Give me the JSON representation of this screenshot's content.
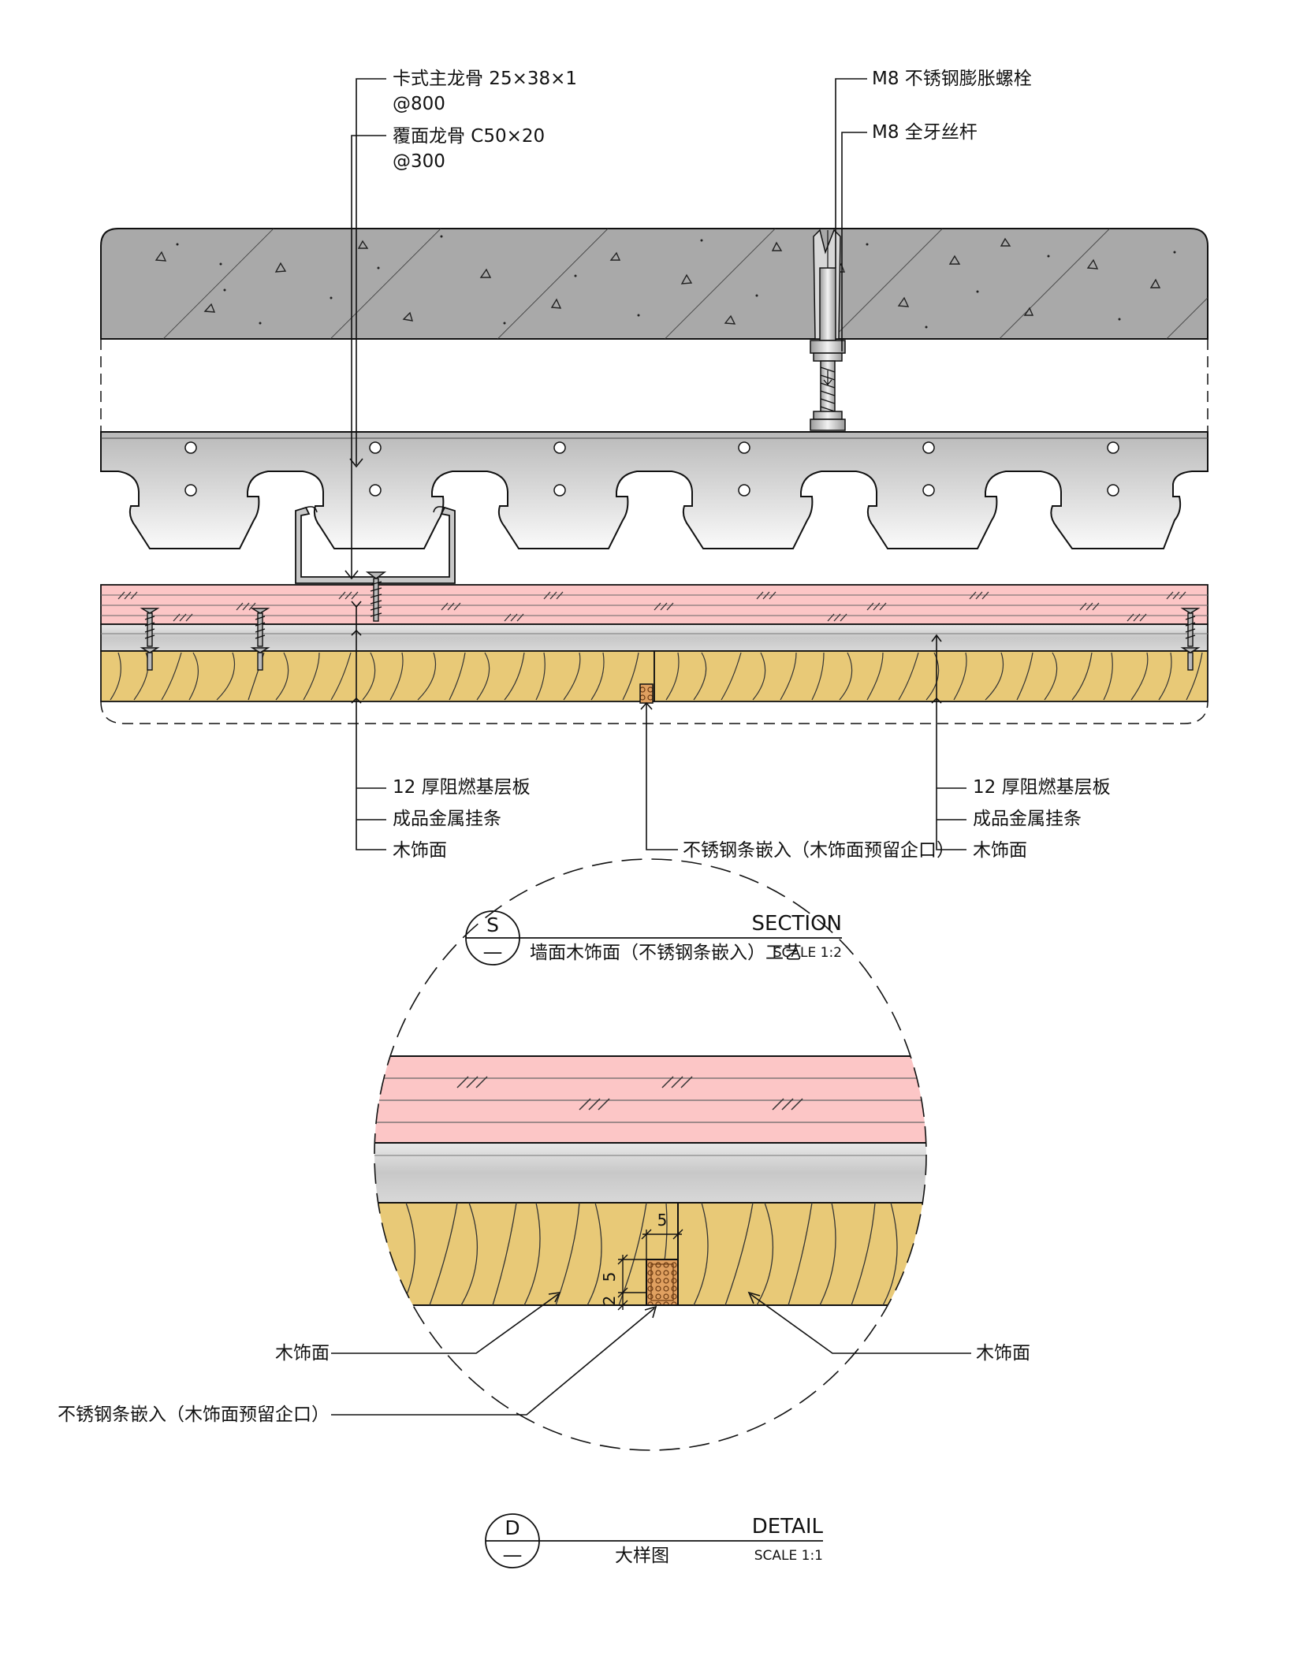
{
  "section": {
    "labels": {
      "main_keel": "卡式主龙骨 25×38×1",
      "main_keel_spacing": "@800",
      "cover_keel": "覆面龙骨 C50×20",
      "cover_keel_spacing": "@300",
      "expansion_bolt": "M8 不锈钢膨胀螺栓",
      "threaded_rod": "M8 全牙丝杆",
      "left_base_board": "12 厚阻燃基层板",
      "left_metal_strip": "成品金属挂条",
      "left_wood_face": "木饰面",
      "steel_inlay": "不锈钢条嵌入（木饰面预留企口）",
      "right_base_board": "12 厚阻燃基层板",
      "right_metal_strip": "成品金属挂条",
      "right_wood_face": "木饰面"
    },
    "title_block": {
      "code": "S",
      "sheet": "—",
      "type": "SECTION",
      "title": "墙面木饰面（不锈钢条嵌入）工艺",
      "scale": "SCALE 1:2"
    }
  },
  "detail": {
    "labels": {
      "left_wood_face": "木饰面",
      "steel_inlay": "不锈钢条嵌入（木饰面预留企口）",
      "right_wood_face": "木饰面"
    },
    "dimensions": {
      "width": "5",
      "height": "5",
      "gap": "2"
    },
    "title_block": {
      "code": "D",
      "sheet": "—",
      "type": "DETAIL",
      "title": "大样图",
      "scale": "SCALE 1:1"
    }
  },
  "colors": {
    "concrete": "#a9a9a9",
    "base_board": "#fcc6c6",
    "metal_strip": "#cdcdcd",
    "wood": "#e8c977",
    "line": "#111111"
  }
}
